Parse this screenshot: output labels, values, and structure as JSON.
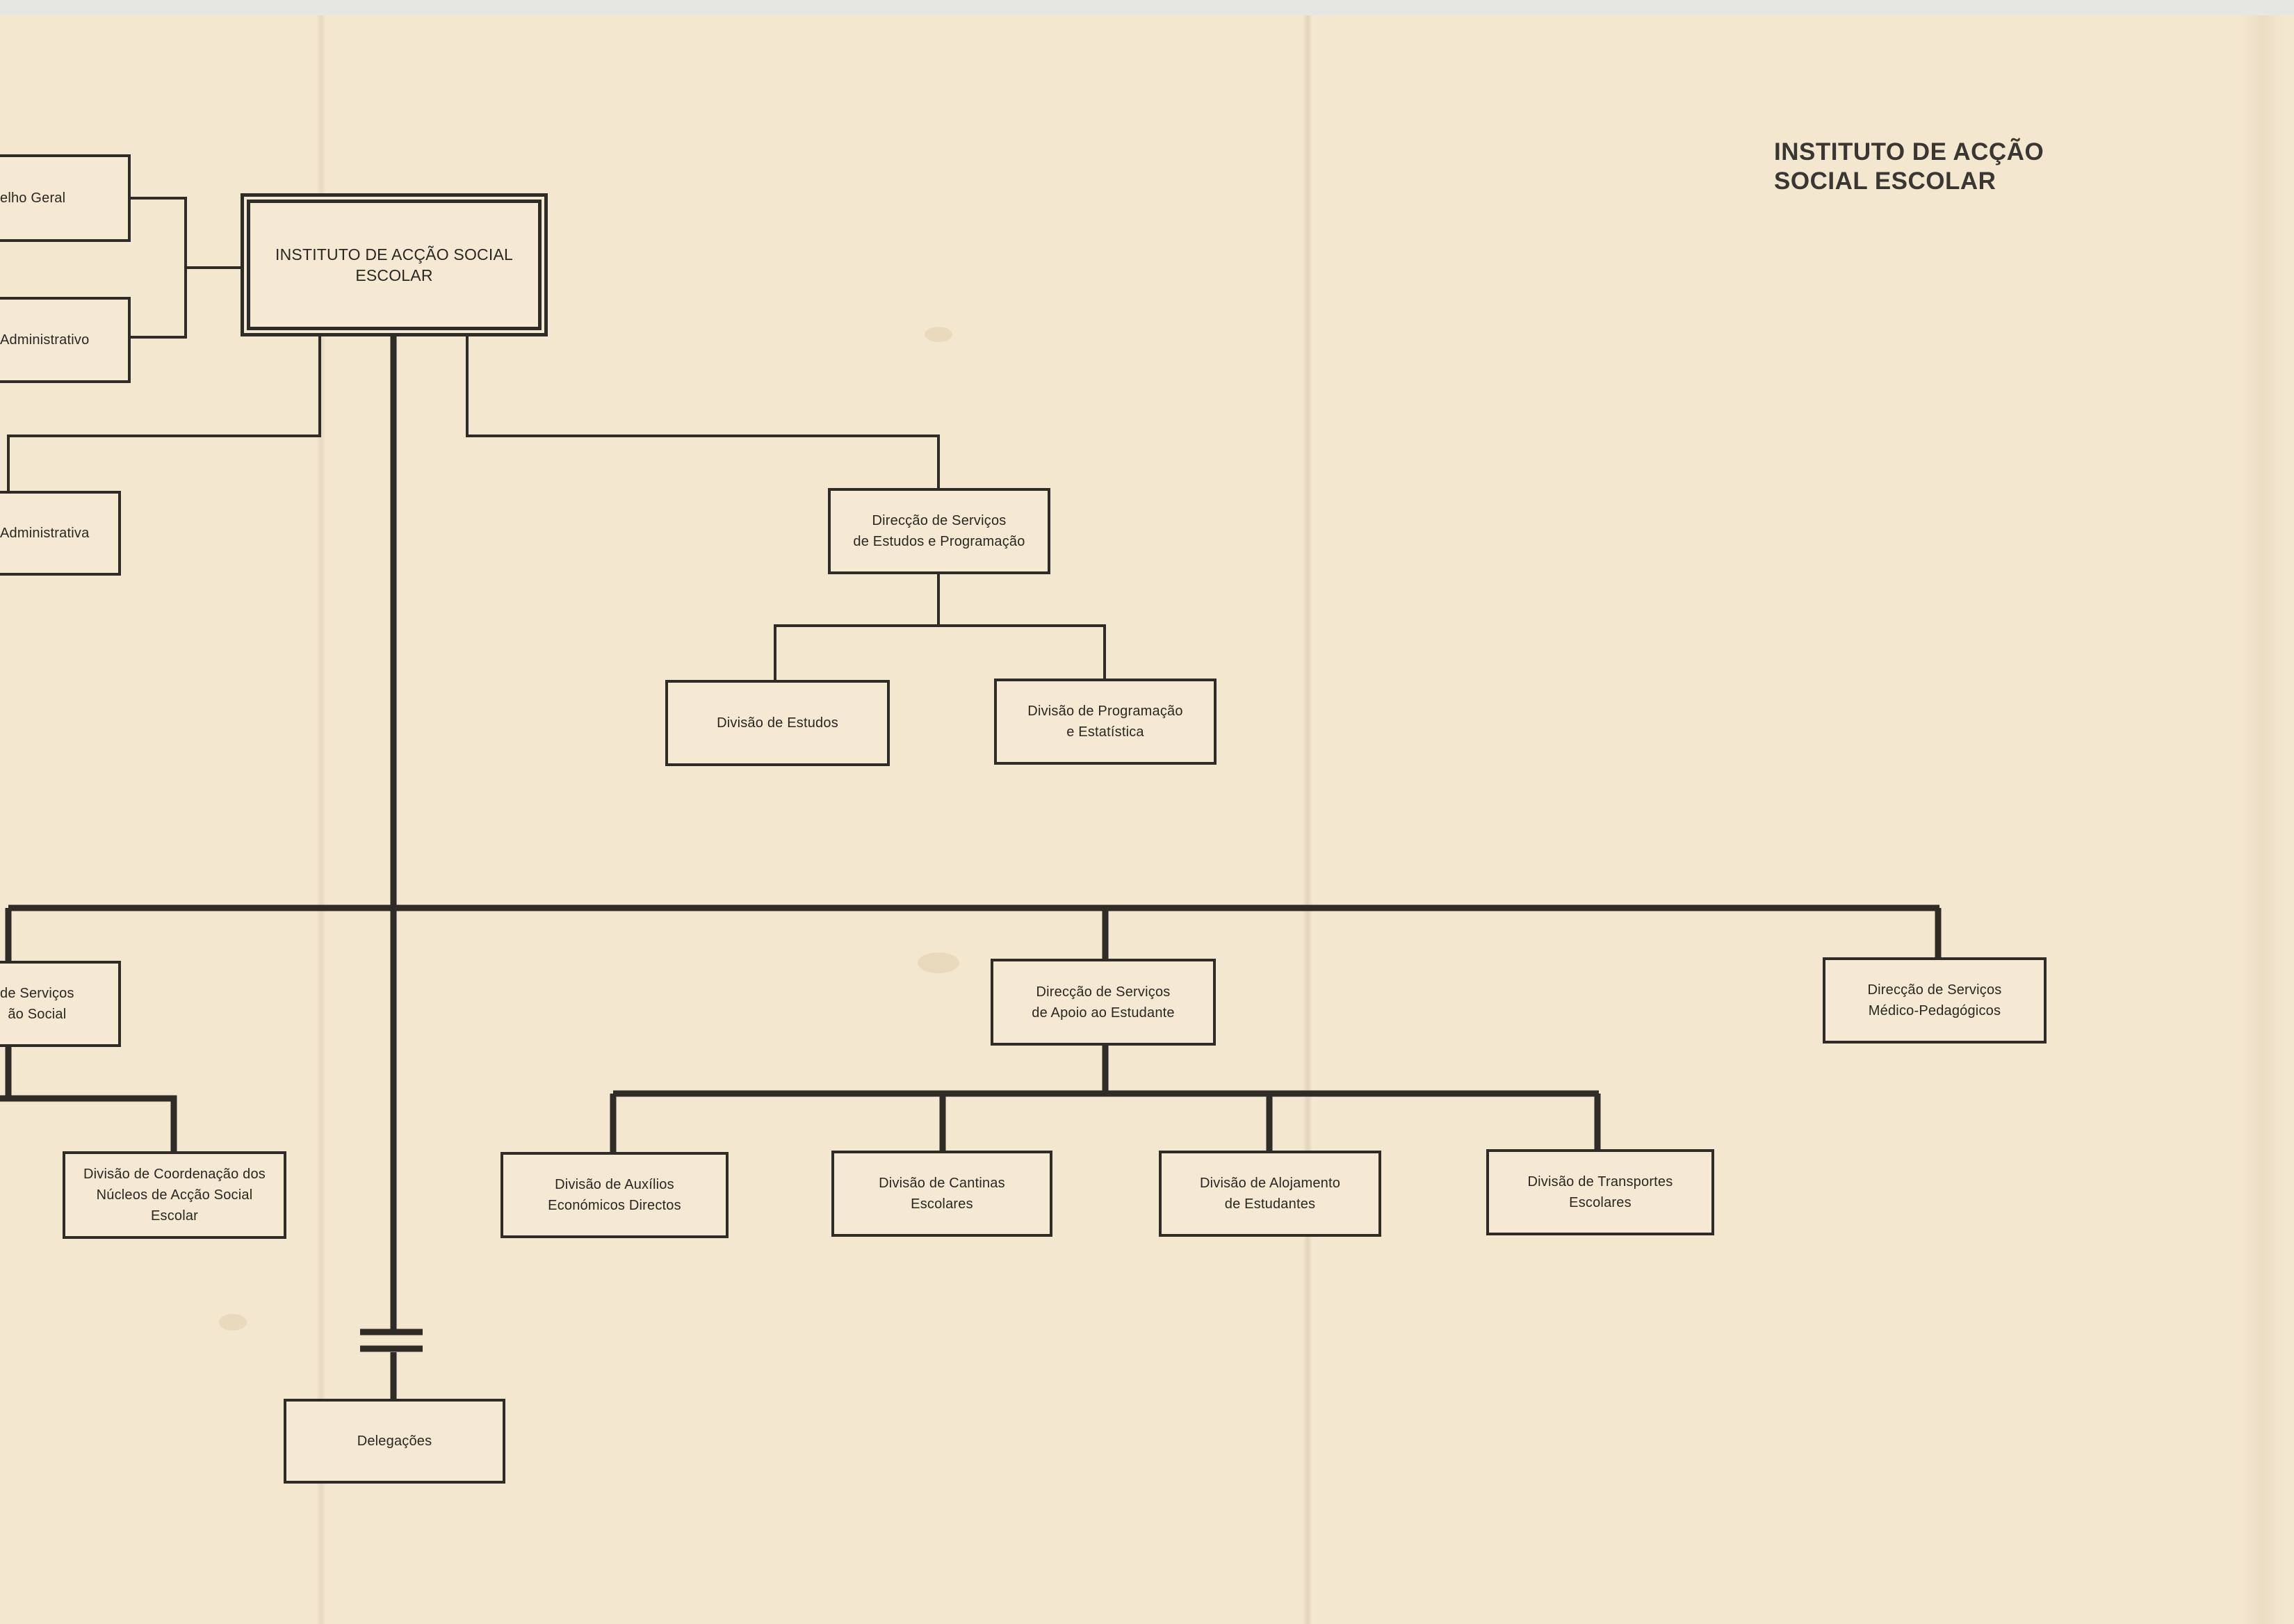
{
  "document": {
    "title": "INSTITUTO DE ACÇÃO\nSOCIAL ESCOLAR"
  },
  "boxes": {
    "conselho_geral": "elho Geral",
    "conselho_administrativo": "Administrativo",
    "instituto": "INSTITUTO DE ACÇÃO SOCIAL\nESCOLAR",
    "reparticao_administrativa": "Administrativa",
    "dir_estudos_programacao": "Direcção de Serviços\nde Estudos e Programação",
    "div_estudos": "Divisão de Estudos",
    "div_programacao": "Divisão de Programação\ne Estatística",
    "dir_accao_social": "de Serviços\não Social",
    "div_coordenacao": "Divisão de Coordenação dos\nNúcleos de Acção Social\nEscolar",
    "dir_apoio_estudante": "Direcção de Serviços\nde Apoio ao Estudante",
    "div_auxilios": "Divisão de Auxílios\nEconómicos Directos",
    "div_cantinas": "Divisão de Cantinas\nEscolares",
    "div_alojamento": "Divisão de Alojamento\nde Estudantes",
    "div_transportes": "Divisão de Transportes\nEscolares",
    "dir_medico": "Direcção de Serviços\nMédico-Pedagógicos",
    "delegacoes": "Delegações"
  }
}
